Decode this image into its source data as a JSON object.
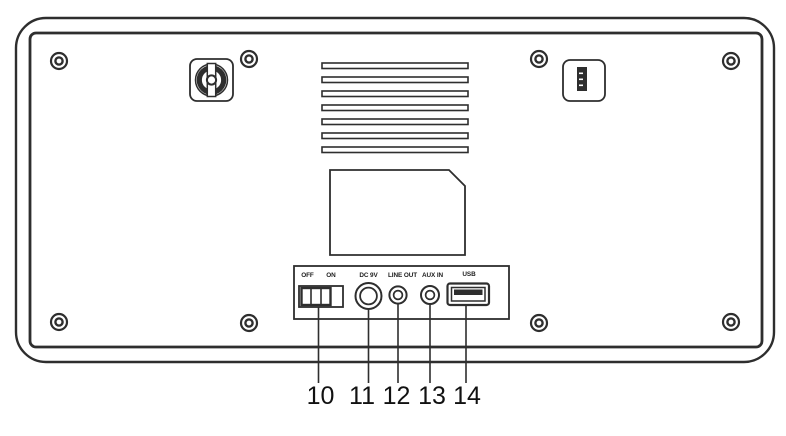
{
  "connector_panel": {
    "switch": {
      "off_label": "OFF",
      "on_label": "ON",
      "position": "OFF"
    },
    "jacks": [
      {
        "label": "DC 9V",
        "type": "dc-power-jack"
      },
      {
        "label": "LINE OUT",
        "type": "line-out-jack"
      },
      {
        "label": "AUX IN",
        "type": "aux-in-jack"
      },
      {
        "label": "USB",
        "type": "usb-port"
      }
    ]
  },
  "callouts": [
    {
      "number": "10",
      "target": "power-switch"
    },
    {
      "number": "11",
      "target": "dc-power-jack"
    },
    {
      "number": "12",
      "target": "line-out-jack"
    },
    {
      "number": "13",
      "target": "aux-in-jack"
    },
    {
      "number": "14",
      "target": "usb-port"
    }
  ],
  "colors": {
    "line": "#2e2e2e",
    "background": "#ffffff"
  }
}
